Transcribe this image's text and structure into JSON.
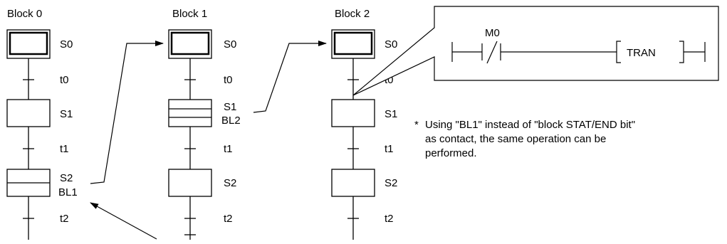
{
  "blocks": [
    {
      "title": "Block 0",
      "steps": [
        "S0",
        "S1",
        "S2"
      ],
      "step2_extra": "BL1",
      "transitions": [
        "t0",
        "t1",
        "t2"
      ]
    },
    {
      "title": "Block 1",
      "steps": [
        "S0",
        "S1",
        "S2"
      ],
      "step1_extra": "BL2",
      "transitions": [
        "t0",
        "t1",
        "t2"
      ]
    },
    {
      "title": "Block 2",
      "steps": [
        "S0",
        "S1",
        "S2"
      ],
      "transitions": [
        "t0",
        "t1",
        "t2"
      ]
    }
  ],
  "ladder": {
    "contact": "M0",
    "coil": "TRAN"
  },
  "note": {
    "mark": "*",
    "lines": [
      "Using \"BL1\" instead of \"block STAT/END bit\"",
      "as contact, the same operation can be",
      "performed."
    ]
  }
}
